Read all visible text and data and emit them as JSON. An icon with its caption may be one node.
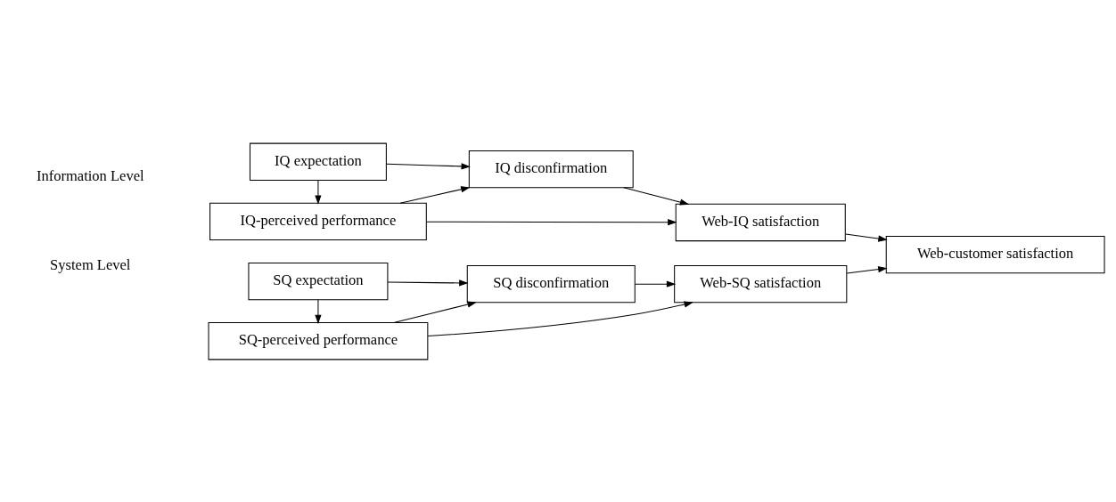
{
  "diagram": {
    "nodes": [
      {
        "text": [
          "IQ expectation"
        ]
      },
      {
        "text": [
          "IQ-perceived performance"
        ]
      },
      {
        "text": [
          "IQ disconfirmation"
        ]
      },
      {
        "text": [
          "Web-IQ satisfaction"
        ]
      },
      {
        "text": [
          "SQ-perceived performance"
        ]
      },
      {
        "text": [
          "SQ expectation"
        ]
      },
      {
        "text": [
          "SQ disconfirmation"
        ]
      },
      {
        "text": [
          "Web-SQ satisfaction"
        ]
      },
      {
        "text": [
          "Web-customer satisfaction"
        ]
      }
    ],
    "edges": [
      {
        "from": 0,
        "to": 1,
        "arrow": "to"
      },
      {
        "from": 0,
        "to": 2,
        "arrow": "to"
      },
      {
        "from": 1,
        "to": 2,
        "arrow": "to"
      },
      {
        "from": 1,
        "to": 3,
        "arrow": "to"
      },
      {
        "from": 2,
        "to": 3,
        "arrow": "to"
      },
      {
        "from": 5,
        "to": 4,
        "arrow": "to"
      },
      {
        "from": 4,
        "to": 7,
        "arrow": "to"
      },
      {
        "from": 4,
        "to": 6,
        "arrow": "to"
      },
      {
        "from": 5,
        "to": 6,
        "arrow": "to"
      },
      {
        "from": 6,
        "to": 7,
        "arrow": "to"
      },
      {
        "from": 3,
        "to": 8,
        "arrow": "to"
      },
      {
        "from": 7,
        "to": 8,
        "arrow": "to"
      }
    ],
    "labels": [
      "Information Level",
      "System Level"
    ]
  }
}
